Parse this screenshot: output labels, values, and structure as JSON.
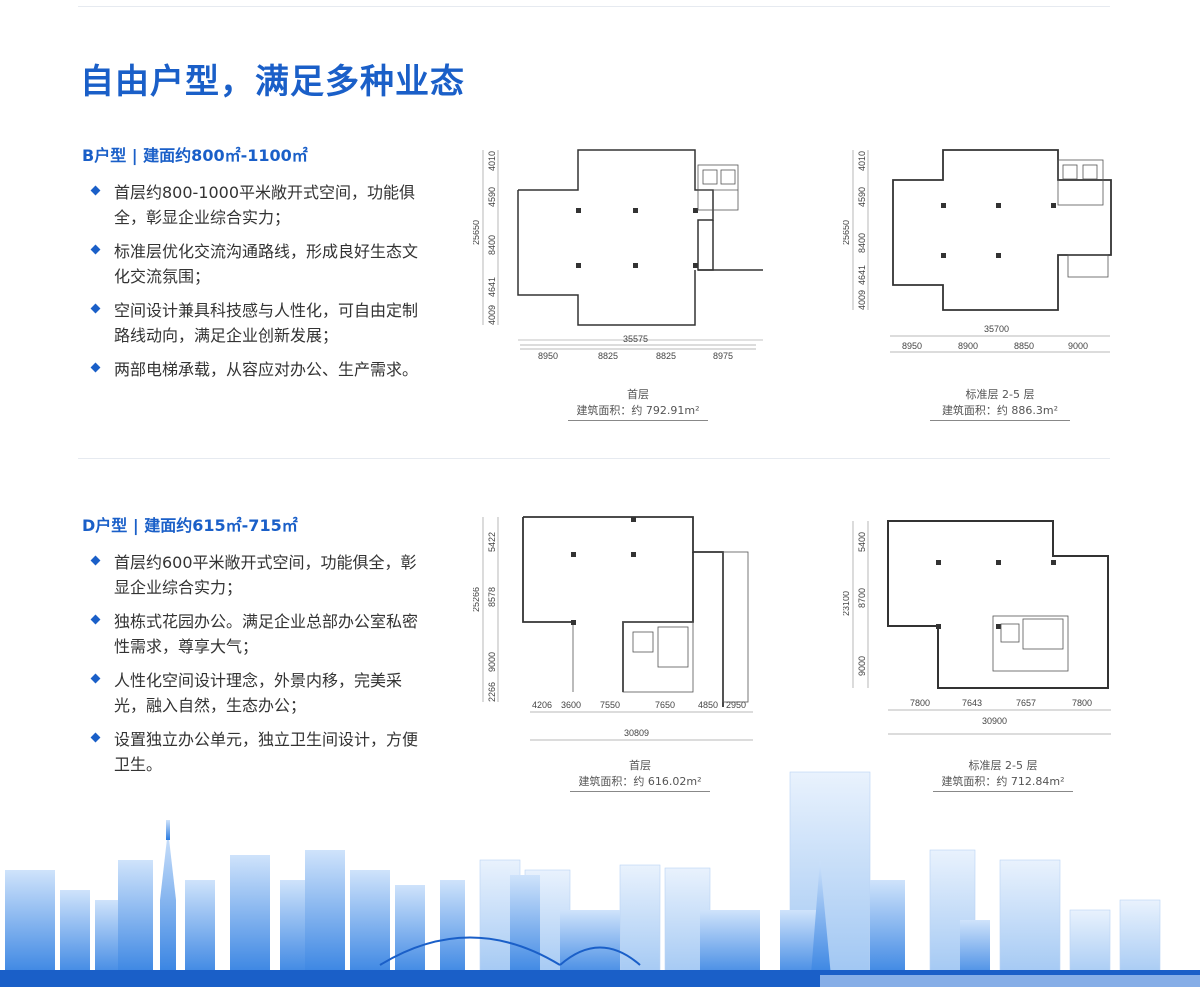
{
  "title": "自由户型，满足多种业态",
  "b_type": {
    "heading": "B户型 | 建面约800㎡-1100㎡",
    "bullets": [
      "首层约800-1000平米敞开式空间，功能俱全，彰显企业综合实力；",
      "标准层优化交流沟通路线，形成良好生态文化交流氛围；",
      "空间设计兼具科技感与人性化，可自由定制路线动向，满足企业创新发展；",
      "两部电梯承载，从容应对办公、生产需求。"
    ],
    "plans": [
      {
        "name": "首层",
        "area": "建筑面积：约 792.91m²",
        "total_width": "35575",
        "widths": [
          "8950",
          "8825",
          "8825",
          "8975"
        ],
        "total_height": "25650",
        "heights": [
          "4010",
          "4590",
          "8400",
          "4641",
          "4009"
        ]
      },
      {
        "name": "标准层 2-5 层",
        "area": "建筑面积：约 886.3m²",
        "total_width": "35700",
        "widths": [
          "8950",
          "8900",
          "8850",
          "9000"
        ],
        "total_height": "25650",
        "heights": [
          "4010",
          "4590",
          "8400",
          "4641",
          "4009"
        ]
      }
    ]
  },
  "d_type": {
    "heading": "D户型 | 建面约615㎡-715㎡",
    "bullets": [
      "首层约600平米敞开式空间，功能俱全，彰显企业综合实力；",
      "独栋式花园办公。满足企业总部办公室私密性需求，尊享大气；",
      "人性化空间设计理念，外景内移，完美采光，融入自然，生态办公；",
      "设置独立办公单元，独立卫生间设计，方便卫生。"
    ],
    "plans": [
      {
        "name": "首层",
        "area": "建筑面积：约 616.02m²",
        "total_width": "30809",
        "widths": [
          "4206",
          "3600",
          "7550",
          "7650",
          "4850",
          "2950"
        ],
        "total_height": "25266",
        "heights": [
          "5422",
          "8578",
          "9000",
          "2266"
        ]
      },
      {
        "name": "标准层 2-5 层",
        "area": "建筑面积：约 712.84m²",
        "total_width": "30900",
        "widths": [
          "7800",
          "7643",
          "7657",
          "7800"
        ],
        "total_height": "23100",
        "heights": [
          "5400",
          "8700",
          "9000"
        ]
      }
    ]
  },
  "colors": {
    "accent": "#1a5fc8",
    "skyline": "#2a7be0"
  }
}
